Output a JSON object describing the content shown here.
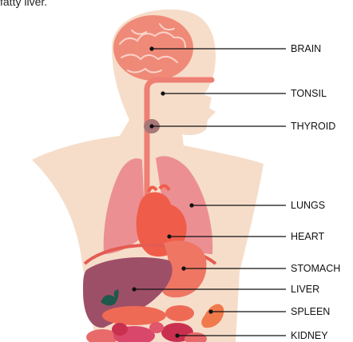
{
  "caption": "fatty liver.",
  "labels": {
    "brain": "BRAIN",
    "tonsil": "TONSIL",
    "thyroid": "THYROID",
    "lungs": "LUNGS",
    "heart": "HEART",
    "stomach": "STOMACH",
    "liver": "LIVER",
    "spleen": "SPLEEN",
    "kidney": "KIDNEY"
  },
  "colors": {
    "skin": "#f6ddc9",
    "brain": "#ef8a78",
    "trachea": "#ee7f73",
    "thyroid": "#a87878",
    "lungs": "#ec8f93",
    "heart": "#ef5d4a",
    "stomach": "#ee7663",
    "liver": "#9e4f68",
    "spleen": "#f07a4c",
    "kidney": "#c9304f",
    "diaphragm": "#e45b52",
    "gallbladder": "#1d5a4c"
  }
}
